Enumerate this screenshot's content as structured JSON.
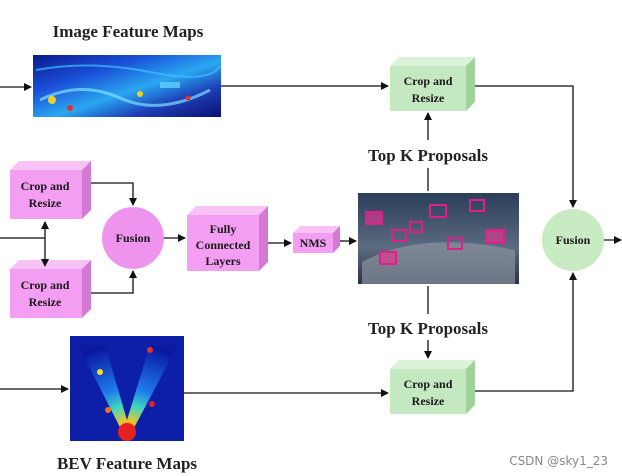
{
  "titles": {
    "image_feature_maps": "Image Feature Maps",
    "bev_feature_maps": "BEV Feature Maps",
    "top_k_upper": "Top K Proposals",
    "top_k_lower": "Top K Proposals"
  },
  "nodes": {
    "crop_left_top": [
      "Crop and",
      "Resize"
    ],
    "crop_left_bottom": [
      "Crop and",
      "Resize"
    ],
    "fusion_left": "Fusion",
    "fc_layers": [
      "Fully",
      "Connected",
      "Layers"
    ],
    "nms": "NMS",
    "crop_right_top": [
      "Crop and",
      "Resize"
    ],
    "crop_right_bottom": [
      "Crop and",
      "Resize"
    ],
    "fusion_right": "Fusion"
  },
  "colors": {
    "pink_box": "#f39ef2",
    "pink_box_top": "#f8c2f7",
    "pink_box_side": "#d57ad4",
    "green_box": "#c4e9c0",
    "green_box_top": "#dcf3da",
    "green_box_side": "#9fd39a",
    "pink_circle": "#ef94ee",
    "green_circle": "#c8ebc4",
    "arrow": "#111111"
  },
  "images": {
    "image_feature_map": "heatmap-image",
    "lidar_proposals": "point-cloud-with-proposal-boxes",
    "bev_feature_map": "heatmap-bev"
  },
  "watermark": "CSDN @sky1_23"
}
